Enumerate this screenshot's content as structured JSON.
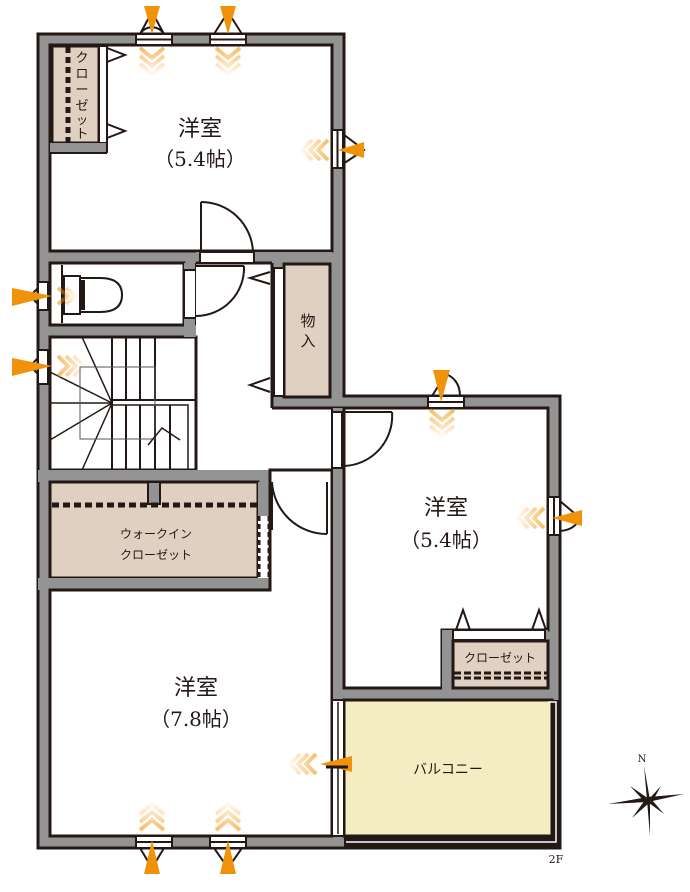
{
  "floor_label": "2F",
  "compass": {
    "north_label": "N"
  },
  "colors": {
    "wall": "#939393",
    "outline": "#231815",
    "storage": "#dfd0c1",
    "balcony": "#f4ecc2",
    "accent": "#f0920a"
  },
  "rooms": {
    "bedroom_north": {
      "name": "洋室",
      "size": "（5.4帖）"
    },
    "bedroom_east": {
      "name": "洋室",
      "size": "（5.4帖）"
    },
    "bedroom_south": {
      "name": "洋室",
      "size": "（7.8帖）"
    },
    "closet_north": {
      "name": "クローゼット"
    },
    "closet_east": {
      "name": "クローゼット"
    },
    "storage": {
      "name": "物入"
    },
    "walk_in_closet": {
      "line1": "ウォークイン",
      "line2": "クローゼット"
    },
    "balcony": {
      "name": "バルコニー"
    }
  }
}
